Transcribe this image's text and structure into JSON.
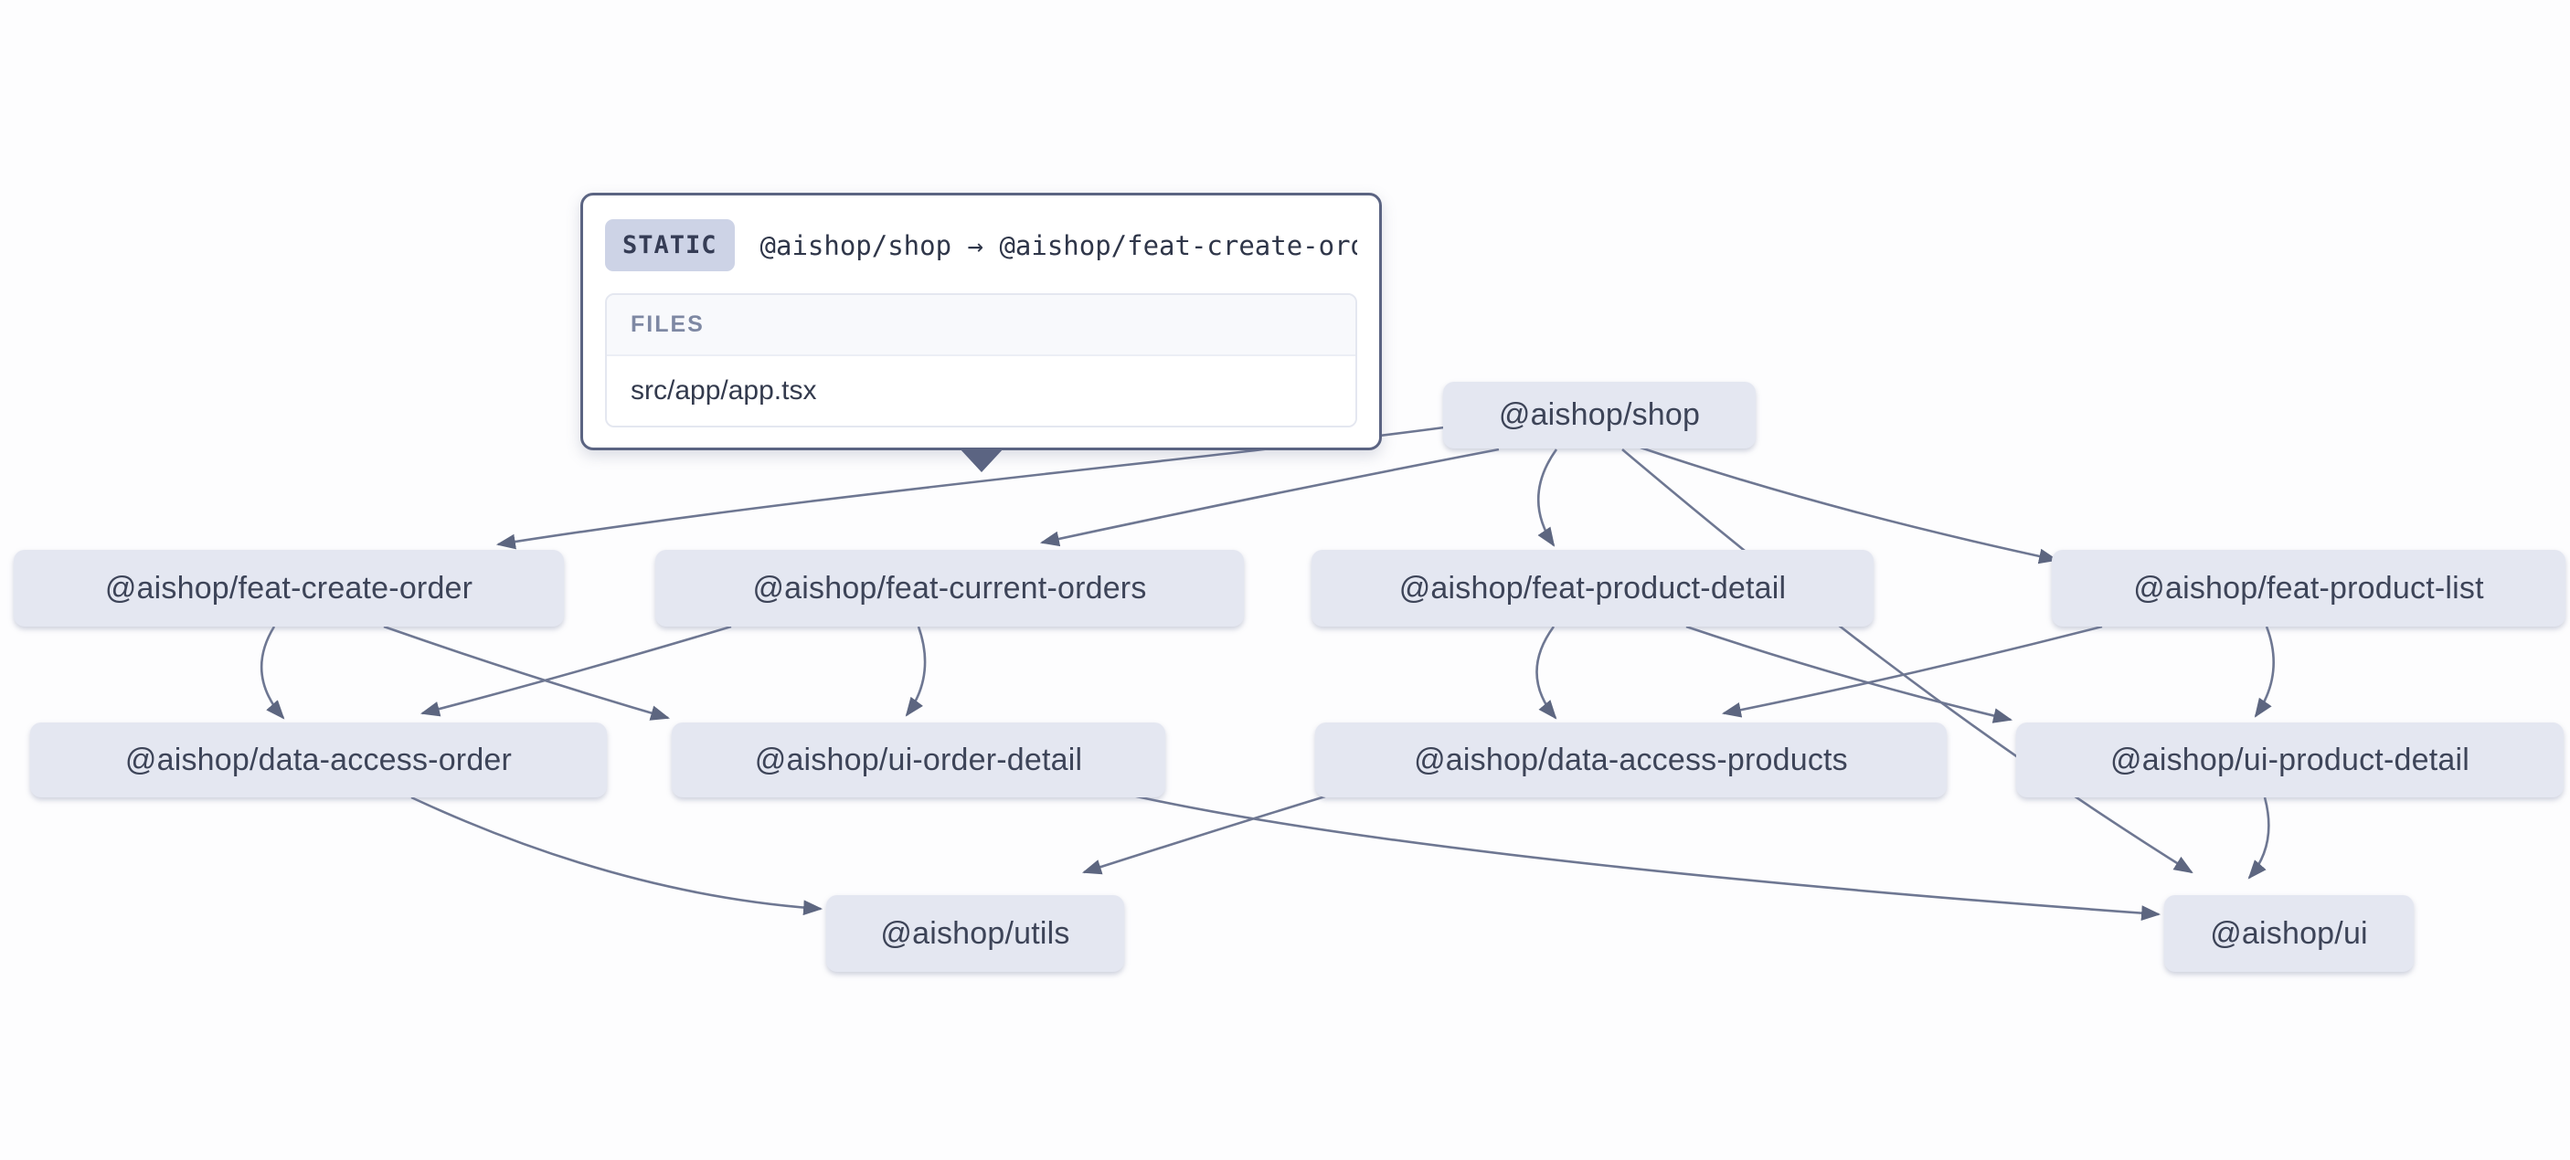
{
  "graph": {
    "nodes": [
      {
        "id": "shop",
        "label": "@aishop/shop"
      },
      {
        "id": "feat-create-order",
        "label": "@aishop/feat-create-order"
      },
      {
        "id": "feat-current-orders",
        "label": "@aishop/feat-current-orders"
      },
      {
        "id": "feat-product-detail",
        "label": "@aishop/feat-product-detail"
      },
      {
        "id": "feat-product-list",
        "label": "@aishop/feat-product-list"
      },
      {
        "id": "data-access-order",
        "label": "@aishop/data-access-order"
      },
      {
        "id": "ui-order-detail",
        "label": "@aishop/ui-order-detail"
      },
      {
        "id": "data-access-products",
        "label": "@aishop/data-access-products"
      },
      {
        "id": "ui-product-detail",
        "label": "@aishop/ui-product-detail"
      },
      {
        "id": "utils",
        "label": "@aishop/utils"
      },
      {
        "id": "ui",
        "label": "@aishop/ui"
      }
    ],
    "edges": [
      {
        "source": "shop",
        "target": "feat-create-order",
        "type": "static",
        "highlighted": true
      },
      {
        "source": "shop",
        "target": "feat-current-orders",
        "type": "static"
      },
      {
        "source": "shop",
        "target": "feat-product-detail",
        "type": "static"
      },
      {
        "source": "shop",
        "target": "feat-product-list",
        "type": "static"
      },
      {
        "source": "shop",
        "target": "ui",
        "type": "static"
      },
      {
        "source": "feat-create-order",
        "target": "data-access-order",
        "type": "static"
      },
      {
        "source": "feat-create-order",
        "target": "ui-order-detail",
        "type": "static"
      },
      {
        "source": "feat-current-orders",
        "target": "data-access-order",
        "type": "static"
      },
      {
        "source": "feat-current-orders",
        "target": "ui-order-detail",
        "type": "static"
      },
      {
        "source": "feat-product-detail",
        "target": "data-access-products",
        "type": "static"
      },
      {
        "source": "feat-product-detail",
        "target": "ui-product-detail",
        "type": "static"
      },
      {
        "source": "feat-product-list",
        "target": "data-access-products",
        "type": "static"
      },
      {
        "source": "feat-product-list",
        "target": "ui-product-detail",
        "type": "static"
      },
      {
        "source": "data-access-order",
        "target": "utils",
        "type": "static"
      },
      {
        "source": "data-access-products",
        "target": "utils",
        "type": "static"
      },
      {
        "source": "ui-order-detail",
        "target": "ui",
        "type": "static"
      },
      {
        "source": "ui-product-detail",
        "target": "ui",
        "type": "static"
      }
    ]
  },
  "tooltip": {
    "badge": "STATIC",
    "edge_label": "@aishop/shop → @aishop/feat-create-order",
    "files_header": "FILES",
    "files": [
      "src/app/app.tsx"
    ]
  },
  "colors": {
    "background": "#fdfdfe",
    "node_fill": "#e4e7f1",
    "node_text": "#3d4458",
    "edge_stroke": "#6e7792",
    "arrowhead": "#5d6680",
    "tooltip_border": "#5b6482",
    "badge_bg": "#cdd3e6",
    "files_header_text": "#7e88a3"
  }
}
